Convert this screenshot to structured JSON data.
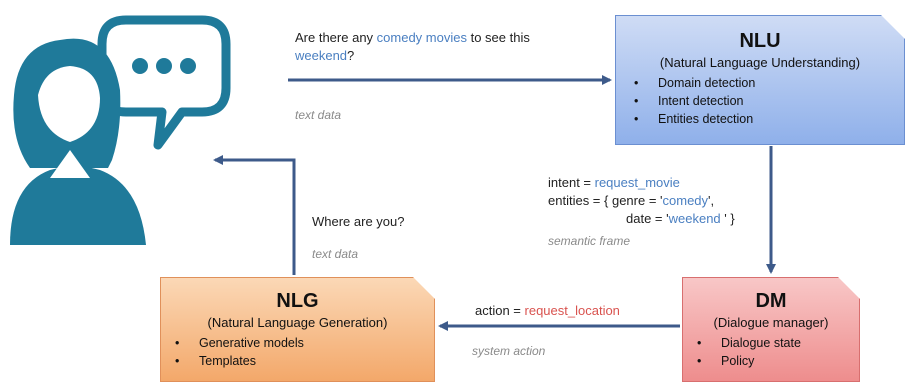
{
  "user_question": {
    "pre": "Are there any ",
    "highlight": "comedy movies",
    "post": " to see this",
    "line2": "weekend",
    "line2_end": "?"
  },
  "label_text_data_top": "text data",
  "nlu": {
    "title": "NLU",
    "subtitle": "(Natural Language Understanding)",
    "items": [
      "Domain detection",
      "Intent detection",
      "Entities detection"
    ]
  },
  "semantic": {
    "intent_key": "intent = ",
    "intent_val": "request_movie",
    "entities_key": "entities = { genre = '",
    "genre_val": "comedy",
    "entities_mid": "',",
    "date_key": "date = '",
    "date_val": "weekend",
    "date_end": " ' }",
    "label": "semantic frame"
  },
  "dm": {
    "title": "DM",
    "subtitle": "(Dialogue manager)",
    "items": [
      "Dialogue state",
      "Policy"
    ]
  },
  "action": {
    "key": "action = ",
    "val": "request_location",
    "label": "system action"
  },
  "nlg": {
    "title": "NLG",
    "subtitle": "(Natural Language Generation)",
    "items": [
      "Generative models",
      "Templates"
    ]
  },
  "system_reply": "Where are you?",
  "label_text_data_bottom": "text data",
  "colors": {
    "user_icon": "#1f7a9a",
    "arrow": "#3d5a8a",
    "highlight_blue": "#4a7fc1",
    "highlight_red": "#d9534f",
    "nlu_fill": "#a9c2ef",
    "nlg_fill": "#f6be8c",
    "dm_fill": "#f2a9a9"
  },
  "icons": [
    "user-icon",
    "speech-bubble-icon"
  ]
}
